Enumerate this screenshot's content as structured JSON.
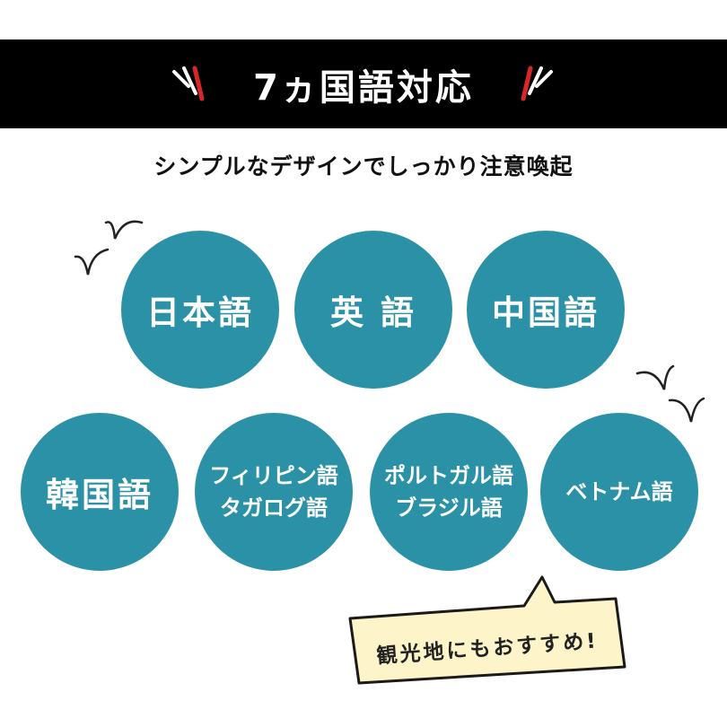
{
  "banner": {
    "title": "7ヵ国語対応"
  },
  "subtitle": "シンプルなデザインでしっかり注意喚起",
  "languages": {
    "row1": [
      "日本語",
      "英 語",
      "中国語"
    ],
    "row2": [
      {
        "line1": "韓国語",
        "line2": ""
      },
      {
        "line1": "フィリピン語",
        "line2": "タガログ語"
      },
      {
        "line1": "ポルトガル語",
        "line2": "ブラジル語"
      },
      {
        "line1": "ベトナム語",
        "line2": ""
      }
    ]
  },
  "callout": "観光地にもおすすめ!",
  "colors": {
    "banner_bg": "#000000",
    "circle_bg": "#2b91a6",
    "callout_bg": "#fdf4c9",
    "burst_red": "#d7262b"
  }
}
